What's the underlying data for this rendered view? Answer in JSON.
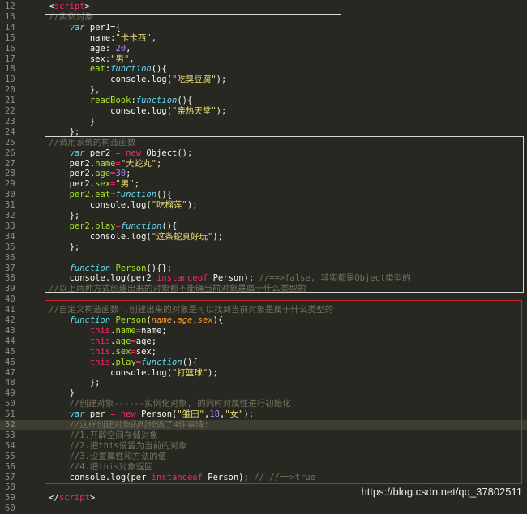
{
  "editor": {
    "colors": {
      "background": "#272822",
      "plain": "#f8f8f2",
      "keyword": "#f92672",
      "storage": "#66d9ef",
      "string": "#e6db74",
      "number": "#ae81ff",
      "comment": "#75715e",
      "function_name": "#a6e22e",
      "param": "#fd971f",
      "line_number": "#8f908a",
      "box_white": "#d8d8d8",
      "box_red": "#c62828"
    },
    "lines": [
      {
        "n": "12",
        "t": [
          [
            "    ",
            "p"
          ],
          [
            "<",
            "p"
          ],
          [
            "script",
            "k"
          ],
          [
            ">",
            "p"
          ]
        ]
      },
      {
        "n": "13",
        "t": [
          [
            "    //实例对象",
            "c"
          ]
        ]
      },
      {
        "n": "14",
        "t": [
          [
            "        ",
            "p"
          ],
          [
            "var",
            "s"
          ],
          [
            " per1={",
            "p"
          ]
        ]
      },
      {
        "n": "15",
        "t": [
          [
            "            name:",
            "p"
          ],
          [
            "\"卡卡西\"",
            "str"
          ],
          [
            ",",
            "p"
          ]
        ]
      },
      {
        "n": "16",
        "t": [
          [
            "            age: ",
            "p"
          ],
          [
            "20",
            "num"
          ],
          [
            ",",
            "p"
          ]
        ]
      },
      {
        "n": "17",
        "t": [
          [
            "            sex:",
            "p"
          ],
          [
            "\"男\"",
            "str"
          ],
          [
            ",",
            "p"
          ]
        ]
      },
      {
        "n": "18",
        "t": [
          [
            "            ",
            "p"
          ],
          [
            "eat",
            "f"
          ],
          [
            ":",
            "p"
          ],
          [
            "function",
            "s"
          ],
          [
            "(){",
            "p"
          ]
        ]
      },
      {
        "n": "19",
        "t": [
          [
            "                console.",
            "p"
          ],
          [
            "log",
            "p"
          ],
          [
            "(",
            "p"
          ],
          [
            "\"吃臭豆腐\"",
            "str"
          ],
          [
            ");",
            "p"
          ]
        ]
      },
      {
        "n": "20",
        "t": [
          [
            "            },",
            "p"
          ]
        ]
      },
      {
        "n": "21",
        "t": [
          [
            "            ",
            "p"
          ],
          [
            "readBook",
            "f"
          ],
          [
            ":",
            "p"
          ],
          [
            "function",
            "s"
          ],
          [
            "(){",
            "p"
          ]
        ]
      },
      {
        "n": "22",
        "t": [
          [
            "                console.",
            "p"
          ],
          [
            "log",
            "p"
          ],
          [
            "(",
            "p"
          ],
          [
            "\"亲热天堂\"",
            "str"
          ],
          [
            ");",
            "p"
          ]
        ]
      },
      {
        "n": "23",
        "t": [
          [
            "            }",
            "p"
          ]
        ]
      },
      {
        "n": "24",
        "t": [
          [
            "        };",
            "p"
          ]
        ]
      },
      {
        "n": "25",
        "t": [
          [
            "    //调用系统的构造函数",
            "c"
          ]
        ]
      },
      {
        "n": "26",
        "t": [
          [
            "        ",
            "p"
          ],
          [
            "var",
            "s"
          ],
          [
            " per2 ",
            "p"
          ],
          [
            "=",
            "k"
          ],
          [
            " ",
            "p"
          ],
          [
            "new",
            "k"
          ],
          [
            " Object();",
            "p"
          ]
        ]
      },
      {
        "n": "27",
        "t": [
          [
            "        per2.",
            "p"
          ],
          [
            "name",
            "f"
          ],
          [
            "=",
            "k"
          ],
          [
            "\"大蛇丸\"",
            "str"
          ],
          [
            ";",
            "p"
          ]
        ]
      },
      {
        "n": "28",
        "t": [
          [
            "        per2.",
            "p"
          ],
          [
            "age",
            "f"
          ],
          [
            "=",
            "k"
          ],
          [
            "30",
            "num"
          ],
          [
            ";",
            "p"
          ]
        ]
      },
      {
        "n": "29",
        "t": [
          [
            "        per2.",
            "p"
          ],
          [
            "sex",
            "f"
          ],
          [
            "=",
            "k"
          ],
          [
            "\"男\"",
            "str"
          ],
          [
            ";",
            "p"
          ]
        ]
      },
      {
        "n": "30",
        "t": [
          [
            "        ",
            "p"
          ],
          [
            "per2.eat",
            "f"
          ],
          [
            "=",
            "k"
          ],
          [
            "function",
            "s"
          ],
          [
            "(){",
            "p"
          ]
        ]
      },
      {
        "n": "31",
        "t": [
          [
            "            console.",
            "p"
          ],
          [
            "log",
            "p"
          ],
          [
            "(",
            "p"
          ],
          [
            "\"吃榴莲\"",
            "str"
          ],
          [
            ");",
            "p"
          ]
        ]
      },
      {
        "n": "32",
        "t": [
          [
            "        };",
            "p"
          ]
        ]
      },
      {
        "n": "33",
        "t": [
          [
            "        ",
            "p"
          ],
          [
            "per2.play",
            "f"
          ],
          [
            "=",
            "k"
          ],
          [
            "function",
            "s"
          ],
          [
            "(){",
            "p"
          ]
        ]
      },
      {
        "n": "34",
        "t": [
          [
            "            console.",
            "p"
          ],
          [
            "log",
            "p"
          ],
          [
            "(",
            "p"
          ],
          [
            "\"这条蛇真好玩\"",
            "str"
          ],
          [
            ");",
            "p"
          ]
        ]
      },
      {
        "n": "35",
        "t": [
          [
            "        };",
            "p"
          ]
        ]
      },
      {
        "n": "36",
        "t": [
          [
            "",
            "p"
          ]
        ]
      },
      {
        "n": "37",
        "t": [
          [
            "        ",
            "p"
          ],
          [
            "function",
            "s"
          ],
          [
            " ",
            "p"
          ],
          [
            "Person",
            "f"
          ],
          [
            "(){};",
            "p"
          ]
        ]
      },
      {
        "n": "38",
        "t": [
          [
            "        console.",
            "p"
          ],
          [
            "log",
            "p"
          ],
          [
            "(per2 ",
            "p"
          ],
          [
            "instanceof",
            "k"
          ],
          [
            " Person); ",
            "p"
          ],
          [
            "//==>false, 其实都是Object类型的",
            "c"
          ]
        ]
      },
      {
        "n": "39",
        "t": [
          [
            "    //以上两种方式创建出来的对象都不能确当前对象是属于什么类型的",
            "c"
          ]
        ]
      },
      {
        "n": "40",
        "t": [
          [
            "",
            "p"
          ]
        ]
      },
      {
        "n": "41",
        "t": [
          [
            "    //自定义构造函数 ,创建出来的对象是可以找到当前对象是属于什么类型的",
            "c"
          ]
        ]
      },
      {
        "n": "42",
        "t": [
          [
            "        ",
            "p"
          ],
          [
            "function",
            "s"
          ],
          [
            " ",
            "p"
          ],
          [
            "Person",
            "f"
          ],
          [
            "(",
            "p"
          ],
          [
            "name",
            "a"
          ],
          [
            ",",
            "p"
          ],
          [
            "age",
            "a"
          ],
          [
            ",",
            "p"
          ],
          [
            "sex",
            "a"
          ],
          [
            "){",
            "p"
          ]
        ]
      },
      {
        "n": "43",
        "t": [
          [
            "            ",
            "p"
          ],
          [
            "this",
            "k"
          ],
          [
            ".",
            "p"
          ],
          [
            "name",
            "f"
          ],
          [
            "=",
            "k"
          ],
          [
            "name;",
            "p"
          ]
        ]
      },
      {
        "n": "44",
        "t": [
          [
            "            ",
            "p"
          ],
          [
            "this",
            "k"
          ],
          [
            ".",
            "p"
          ],
          [
            "age",
            "f"
          ],
          [
            "=",
            "k"
          ],
          [
            "age;",
            "p"
          ]
        ]
      },
      {
        "n": "45",
        "t": [
          [
            "            ",
            "p"
          ],
          [
            "this",
            "k"
          ],
          [
            ".",
            "p"
          ],
          [
            "sex",
            "f"
          ],
          [
            "=",
            "k"
          ],
          [
            "sex;",
            "p"
          ]
        ]
      },
      {
        "n": "46",
        "t": [
          [
            "            ",
            "p"
          ],
          [
            "this",
            "k"
          ],
          [
            ".",
            "p"
          ],
          [
            "play",
            "f"
          ],
          [
            "=",
            "k"
          ],
          [
            "function",
            "s"
          ],
          [
            "(){",
            "p"
          ]
        ]
      },
      {
        "n": "47",
        "t": [
          [
            "                console.",
            "p"
          ],
          [
            "log",
            "p"
          ],
          [
            "(",
            "p"
          ],
          [
            "\"打篮球\"",
            "str"
          ],
          [
            ");",
            "p"
          ]
        ]
      },
      {
        "n": "48",
        "t": [
          [
            "            };",
            "p"
          ]
        ]
      },
      {
        "n": "49",
        "t": [
          [
            "        }",
            "p"
          ]
        ]
      },
      {
        "n": "50",
        "t": [
          [
            "        //创建对象------实例化对象, 的同时对属性进行初始化",
            "c"
          ]
        ]
      },
      {
        "n": "51",
        "t": [
          [
            "        ",
            "p"
          ],
          [
            "var",
            "s"
          ],
          [
            " per ",
            "p"
          ],
          [
            "=",
            "k"
          ],
          [
            " ",
            "p"
          ],
          [
            "new",
            "k"
          ],
          [
            " Person(",
            "p"
          ],
          [
            "\"雏田\"",
            "str"
          ],
          [
            ",",
            "p"
          ],
          [
            "18",
            "num"
          ],
          [
            ",",
            "p"
          ],
          [
            "\"女\"",
            "str"
          ],
          [
            ");",
            "p"
          ]
        ]
      },
      {
        "n": "52",
        "t": [
          [
            "        //这样创建对象的时候做了4件事情:",
            "c"
          ]
        ],
        "hl": true
      },
      {
        "n": "53",
        "t": [
          [
            "        //1.开辟空间存储对象",
            "c"
          ]
        ]
      },
      {
        "n": "54",
        "t": [
          [
            "        //2.把this设置为当前的对象",
            "c"
          ]
        ]
      },
      {
        "n": "55",
        "t": [
          [
            "        //3.设置属性和方法的值",
            "c"
          ]
        ]
      },
      {
        "n": "56",
        "t": [
          [
            "        //4.把this对象返回",
            "c"
          ]
        ]
      },
      {
        "n": "57",
        "t": [
          [
            "        console.",
            "p"
          ],
          [
            "log",
            "p"
          ],
          [
            "(per ",
            "p"
          ],
          [
            "instanceof",
            "k"
          ],
          [
            " Person); ",
            "p"
          ],
          [
            "// //==>true",
            "c"
          ]
        ]
      },
      {
        "n": "58",
        "t": [
          [
            "",
            "p"
          ]
        ]
      },
      {
        "n": "59",
        "t": [
          [
            "    </",
            "p"
          ],
          [
            "script",
            "k"
          ],
          [
            ">",
            "p"
          ]
        ]
      },
      {
        "n": "60",
        "t": [
          [
            "",
            "p"
          ]
        ]
      }
    ]
  },
  "watermark": "https://blog.csdn.net/qq_37802511"
}
